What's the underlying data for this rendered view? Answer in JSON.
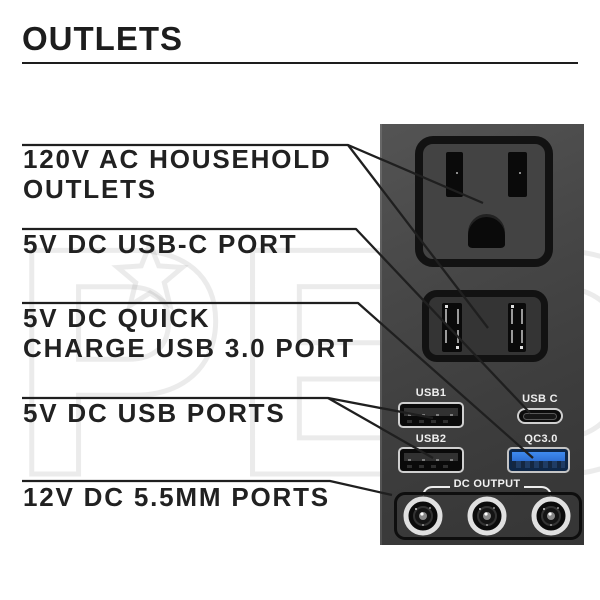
{
  "title": "OUTLETS",
  "callouts": [
    {
      "id": "ac-outlets",
      "lines": [
        "120V AC HOUSEHOLD",
        "OUTLETS"
      ]
    },
    {
      "id": "usb-c-port",
      "lines": [
        "5V DC USB-C PORT"
      ]
    },
    {
      "id": "quick-charge",
      "lines": [
        "5V DC QUICK",
        "CHARGE USB 3.0 PORT"
      ]
    },
    {
      "id": "usb-ports",
      "lines": [
        "5V DC USB PORTS"
      ]
    },
    {
      "id": "dc-5-5mm",
      "lines": [
        "12V DC 5.5MM PORTS"
      ]
    }
  ],
  "panel": {
    "port_labels": {
      "usb1": "USB1",
      "usb2": "USB2",
      "usbc": "USB C",
      "qc3": "QC3.0",
      "dc_output": "DC OUTPUT"
    }
  },
  "watermark": {
    "text": "PED"
  },
  "colors": {
    "qc_blue": "#2f7de0",
    "panel_gray": "#454545",
    "line_black": "#1d1d1d"
  }
}
